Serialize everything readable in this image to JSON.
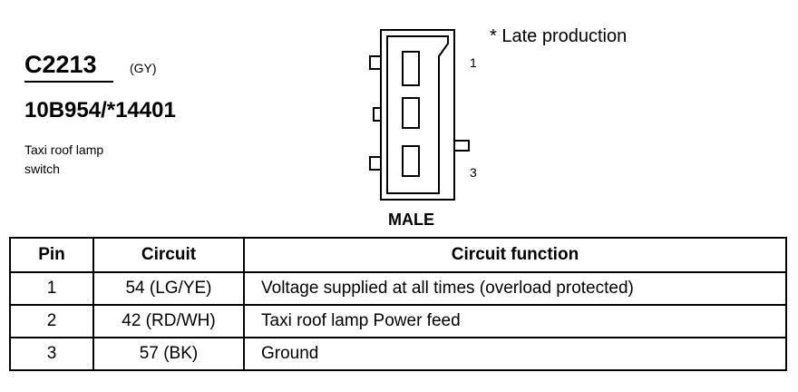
{
  "connector": {
    "code": "C2213",
    "color": "(GY)",
    "part_number": "10B954/*14401",
    "description_line1": "Taxi roof lamp",
    "description_line2": "switch",
    "note": "* Late production",
    "pin_label_1": "1",
    "pin_label_3": "3",
    "gender": "MALE"
  },
  "table": {
    "headers": [
      "Pin",
      "Circuit",
      "Circuit function"
    ],
    "rows": [
      {
        "pin": "1",
        "circuit": "54 (LG/YE)",
        "function": "Voltage supplied at all times (overload protected)"
      },
      {
        "pin": "2",
        "circuit": "42 (RD/WH)",
        "function": "Taxi roof lamp Power feed"
      },
      {
        "pin": "3",
        "circuit": "57 (BK)",
        "function": "Ground"
      }
    ]
  }
}
